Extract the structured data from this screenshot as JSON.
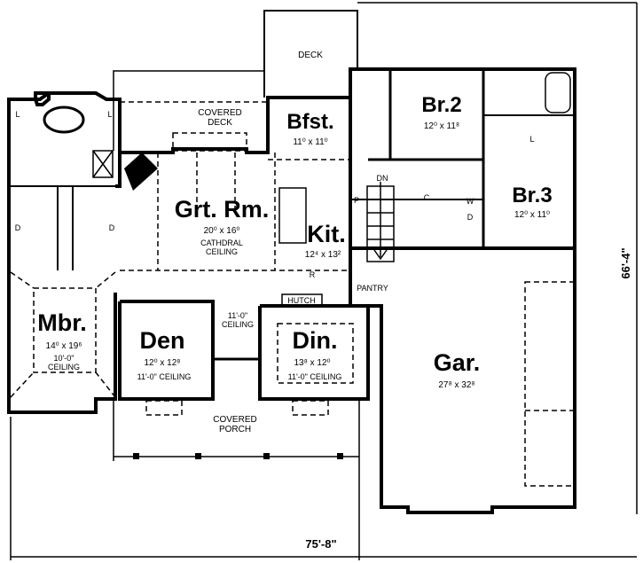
{
  "title": "Floor plan",
  "rooms": {
    "deck": {
      "label": "DECK"
    },
    "covered_deck": {
      "label_1": "COVERED",
      "label_2": "DECK"
    },
    "bfst": {
      "label": "Bfst.",
      "size": "11⁰ x 11⁰"
    },
    "br2": {
      "label": "Br.2",
      "size": "12⁰ x 11⁸"
    },
    "br3": {
      "label": "Br.3",
      "size": "12⁰ x 11⁰"
    },
    "grt_rm": {
      "label": "Grt. Rm.",
      "size": "20⁰ x 16⁰",
      "ceiling_1": "CATHDRAL",
      "ceiling_2": "CEILING"
    },
    "kit": {
      "label": "Kit.",
      "size": "12⁴ x 13²"
    },
    "mbr": {
      "label": "Mbr.",
      "size": "14⁰ x 19⁶",
      "ceiling_1": "10'-0\"",
      "ceiling_2": "CEILING"
    },
    "den": {
      "label": "Den",
      "size": "12⁰ x 12⁸",
      "ceiling": "11'-0\" CEILING"
    },
    "hall": {
      "ceiling_1": "11'-0\"",
      "ceiling_2": "CEILING"
    },
    "din": {
      "label": "Din.",
      "size": "13⁸ x 12⁰",
      "ceiling": "11'-0\" CEILING"
    },
    "gar": {
      "label": "Gar.",
      "size": "27⁸ x 32⁸"
    },
    "porch": {
      "label_1": "COVERED",
      "label_2": "PORCH"
    },
    "pantry": {
      "label": "PANTRY"
    },
    "hutch": {
      "label": "HUTCH"
    }
  },
  "fixtures": {
    "stair_dn": "DN",
    "linen_l": "L",
    "dryer_d": "D",
    "pantry_p": "P",
    "closet_c": "C",
    "washer_w": "W",
    "refrigerator_r": "R"
  },
  "dimensions": {
    "width": "75'-8\"",
    "depth": "66'-4\""
  }
}
